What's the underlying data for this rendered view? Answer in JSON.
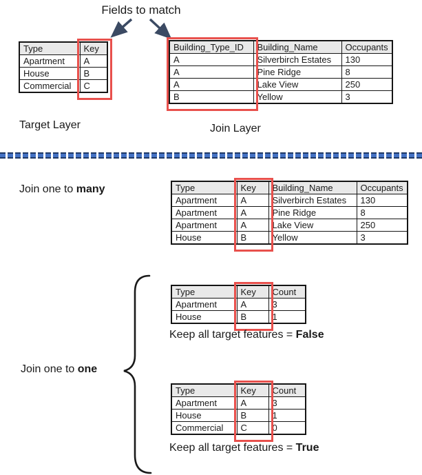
{
  "diagram": {
    "title": "Fields to match",
    "target_layer": {
      "label": "Target Layer",
      "table": {
        "headers": [
          "Type",
          "Key"
        ],
        "rows": [
          [
            "Apartment",
            "A"
          ],
          [
            "House",
            "B"
          ],
          [
            "Commercial",
            "C"
          ]
        ],
        "highlight_col": 1
      }
    },
    "join_layer": {
      "label": "Join Layer",
      "table": {
        "headers": [
          "Building_Type_ID",
          "Building_Name",
          "Occupants"
        ],
        "rows": [
          [
            "A",
            "Silverbirch Estates",
            "130"
          ],
          [
            "A",
            "Pine Ridge",
            "8"
          ],
          [
            "A",
            "Lake View",
            "250"
          ],
          [
            "B",
            "Yellow",
            "3"
          ]
        ],
        "highlight_col": 0
      }
    },
    "one_to_many": {
      "label_prefix": "Join one to ",
      "label_bold": "many",
      "table": {
        "headers": [
          "Type",
          "Key",
          "Building_Name",
          "Occupants"
        ],
        "rows": [
          [
            "Apartment",
            "A",
            "Silverbirch Estates",
            "130"
          ],
          [
            "Apartment",
            "A",
            "Pine Ridge",
            "8"
          ],
          [
            "Apartment",
            "A",
            "Lake View",
            "250"
          ],
          [
            "House",
            "B",
            "Yellow",
            "3"
          ]
        ],
        "highlight_col": 1
      }
    },
    "one_to_one": {
      "label_prefix": "Join one to ",
      "label_bold": "one",
      "false_case": {
        "table": {
          "headers": [
            "Type",
            "Key",
            "Count"
          ],
          "rows": [
            [
              "Apartment",
              "A",
              "3"
            ],
            [
              "House",
              "B",
              "1"
            ]
          ],
          "highlight_col": 1
        },
        "caption_prefix": "Keep all target features = ",
        "caption_bold": "False"
      },
      "true_case": {
        "table": {
          "headers": [
            "Type",
            "Key",
            "Count"
          ],
          "rows": [
            [
              "Apartment",
              "A",
              "3"
            ],
            [
              "House",
              "B",
              "1"
            ],
            [
              "Commercial",
              "C",
              "0"
            ]
          ],
          "highlight_col": 1
        },
        "caption_prefix": "Keep all target features = ",
        "caption_bold": "True"
      }
    },
    "colors": {
      "highlight_red": "#e8504c",
      "arrow_navy": "#3b4a63",
      "divider_blue": "#4472c4",
      "divider_dark_navy": "#1f3864",
      "header_gray": "#e9e9e9",
      "table_border": "#141414"
    }
  }
}
